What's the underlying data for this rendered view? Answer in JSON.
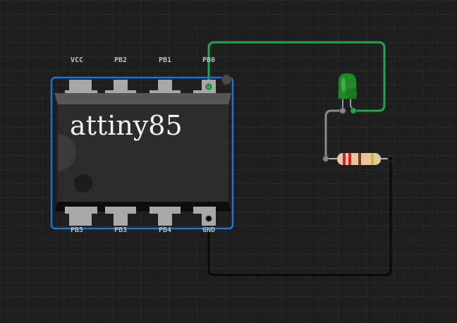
{
  "chip": {
    "name": "attiny85",
    "top_pins": [
      "VCC",
      "PB2",
      "PB1",
      "PB0"
    ],
    "bottom_pins": [
      "PB5",
      "PB3",
      "PB4",
      "GND"
    ],
    "selected": true
  },
  "components": {
    "led": {
      "type": "led",
      "color": "green"
    },
    "resistor": {
      "type": "resistor",
      "bands": [
        "red",
        "red",
        "brown",
        "gold"
      ]
    }
  },
  "wires": [
    {
      "name": "wire-pb0-to-led",
      "from": "PB0",
      "to": "led.anode",
      "color": "#22a84a"
    },
    {
      "name": "wire-led-to-resistor",
      "from": "led.cathode",
      "to": "resistor.left",
      "color": "#888888"
    },
    {
      "name": "wire-resistor-to-gnd",
      "from": "resistor.right",
      "to": "GND",
      "color": "#0a0a0a"
    }
  ],
  "colors": {
    "selection": "#1976d2",
    "chip_body": "#2c2c2c",
    "pin": "#a8a8a8",
    "background": "#1e1e1e"
  }
}
